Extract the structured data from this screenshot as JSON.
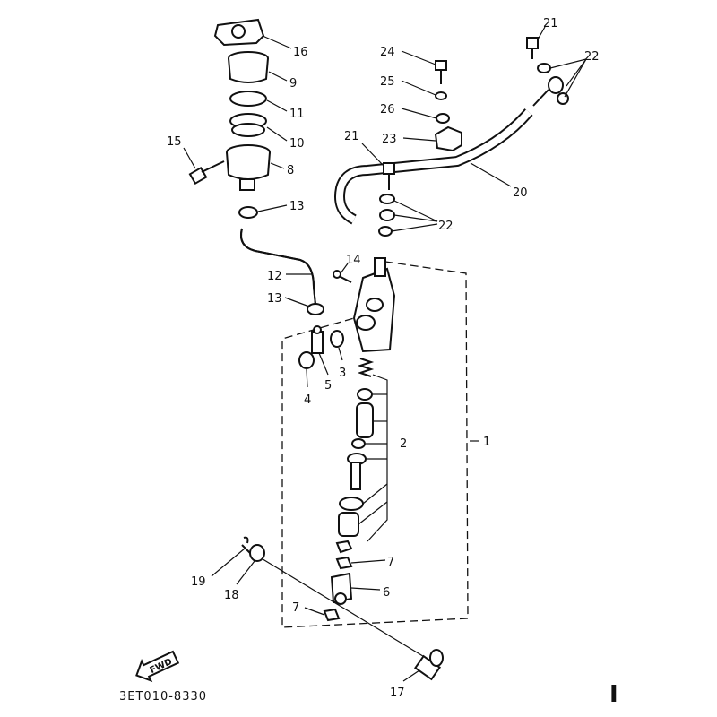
{
  "diagram": {
    "title_code": "3ET010-8330",
    "fwd_label": "FWD",
    "page_marker": "I",
    "callouts": {
      "c16": "16",
      "c9": "9",
      "c11": "11",
      "c10": "10",
      "c15": "15",
      "c8": "8",
      "c13a": "13",
      "c12": "12",
      "c13b": "13",
      "c14": "14",
      "c4": "4",
      "c5": "5",
      "c3": "3",
      "c2": "2",
      "c1": "1",
      "c7a": "7",
      "c6": "6",
      "c7b": "7",
      "c19": "19",
      "c18": "18",
      "c17": "17",
      "c21a": "21",
      "c22a": "22",
      "c24": "24",
      "c25": "25",
      "c26": "26",
      "c23": "23",
      "c21b": "21",
      "c20": "20",
      "c22b": "22"
    }
  }
}
